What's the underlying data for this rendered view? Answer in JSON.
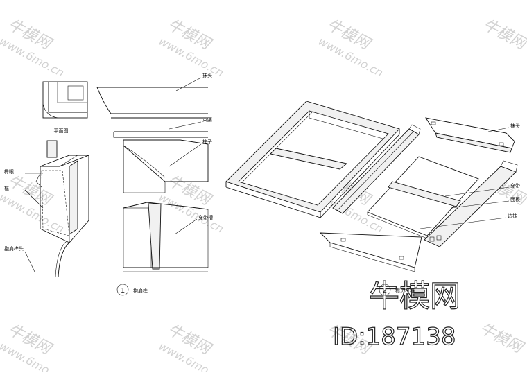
{
  "watermark": {
    "logo_text": "牛模网",
    "url_text": "www.6mo.cn"
  },
  "detail_labels": {
    "top_view": "平面图",
    "cap_head": "抹头",
    "cap_board": "束腰",
    "post": "柱子",
    "panel_groove": "穿带槽",
    "left_edge": "榫眼",
    "left_mid": "框",
    "left_bottom": "抱肩榫头"
  },
  "detail_caption": {
    "number": "1",
    "title": "抱肩榫"
  },
  "exploded_labels": {
    "cap": "抹头",
    "rail": "穿带",
    "panel": "面板",
    "stile": "边抹"
  },
  "exploded_caption": {
    "number": "2",
    "title": "攒边打槽"
  },
  "brand": {
    "name": "牛模网",
    "id_text": "ID:187138"
  }
}
